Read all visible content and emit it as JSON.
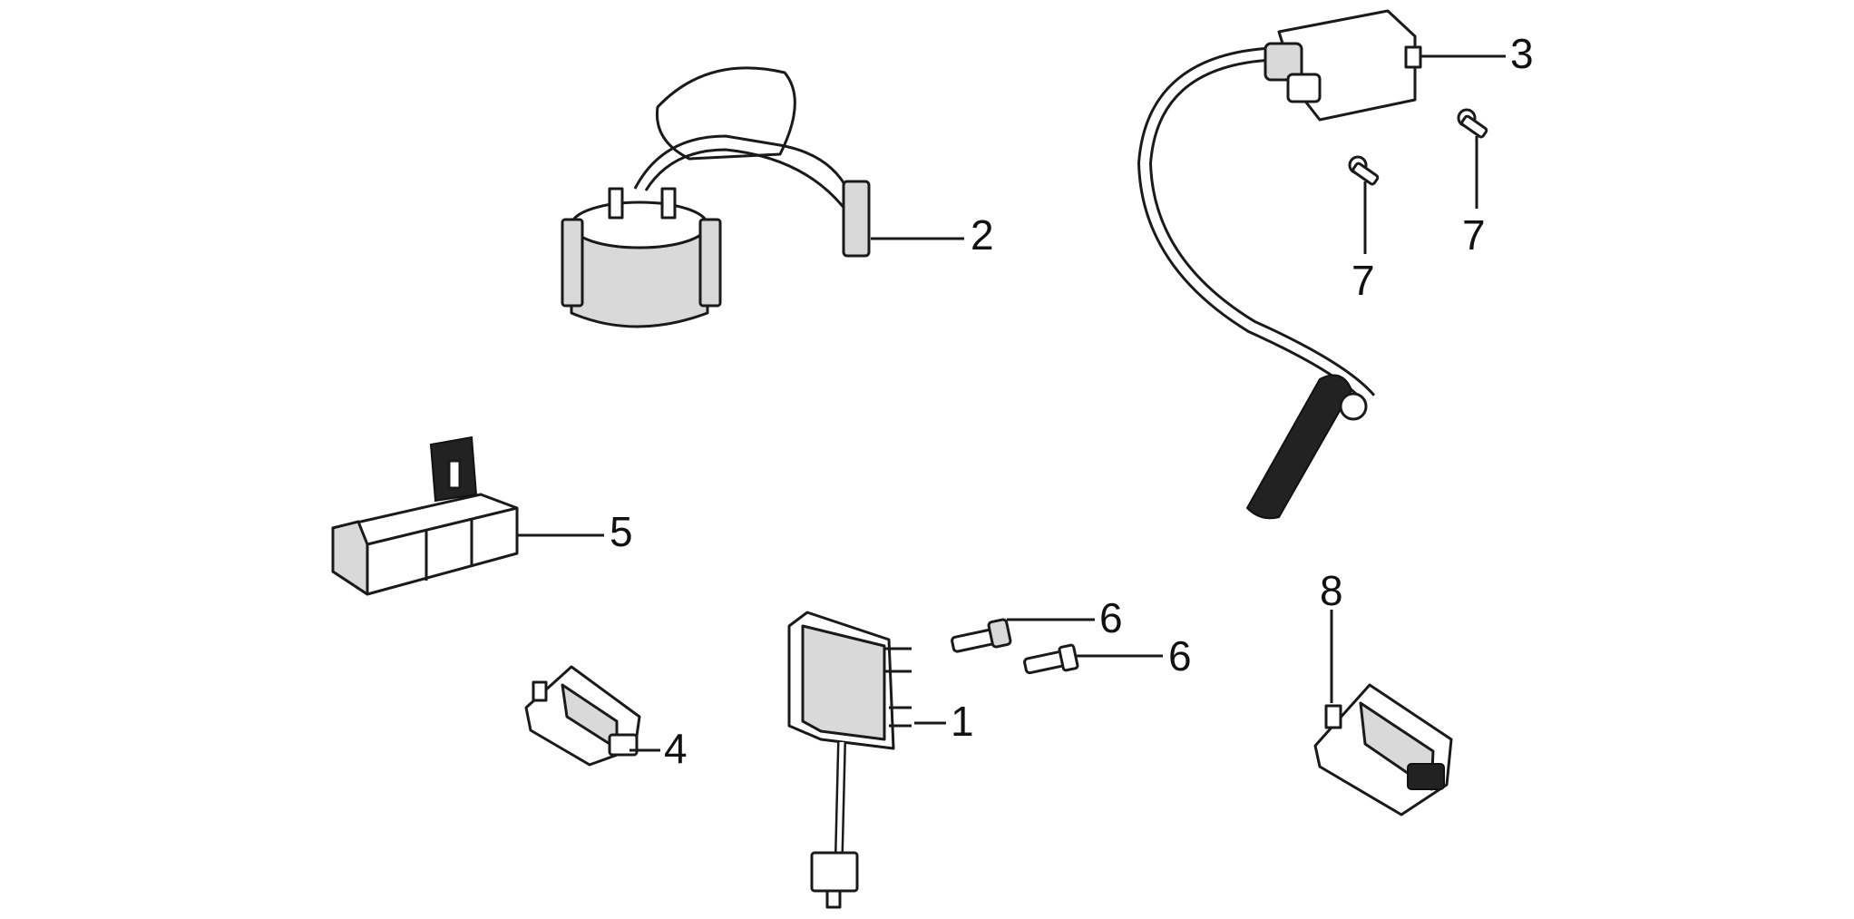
{
  "parts": [
    {
      "label": "1",
      "icon": "regulator-rectifier-icon"
    },
    {
      "label": "2",
      "icon": "ignition-pickup-icon"
    },
    {
      "label": "3",
      "icon": "ignition-coil-icon"
    },
    {
      "label": "4",
      "icon": "relay-icon"
    },
    {
      "label": "5",
      "icon": "connector-block-icon"
    },
    {
      "label": "6",
      "icon": "bolt-icon"
    },
    {
      "label": "6",
      "icon": "bolt-icon"
    },
    {
      "label": "7",
      "icon": "screw-icon"
    },
    {
      "label": "7",
      "icon": "screw-icon"
    },
    {
      "label": "8",
      "icon": "starter-relay-icon"
    }
  ]
}
